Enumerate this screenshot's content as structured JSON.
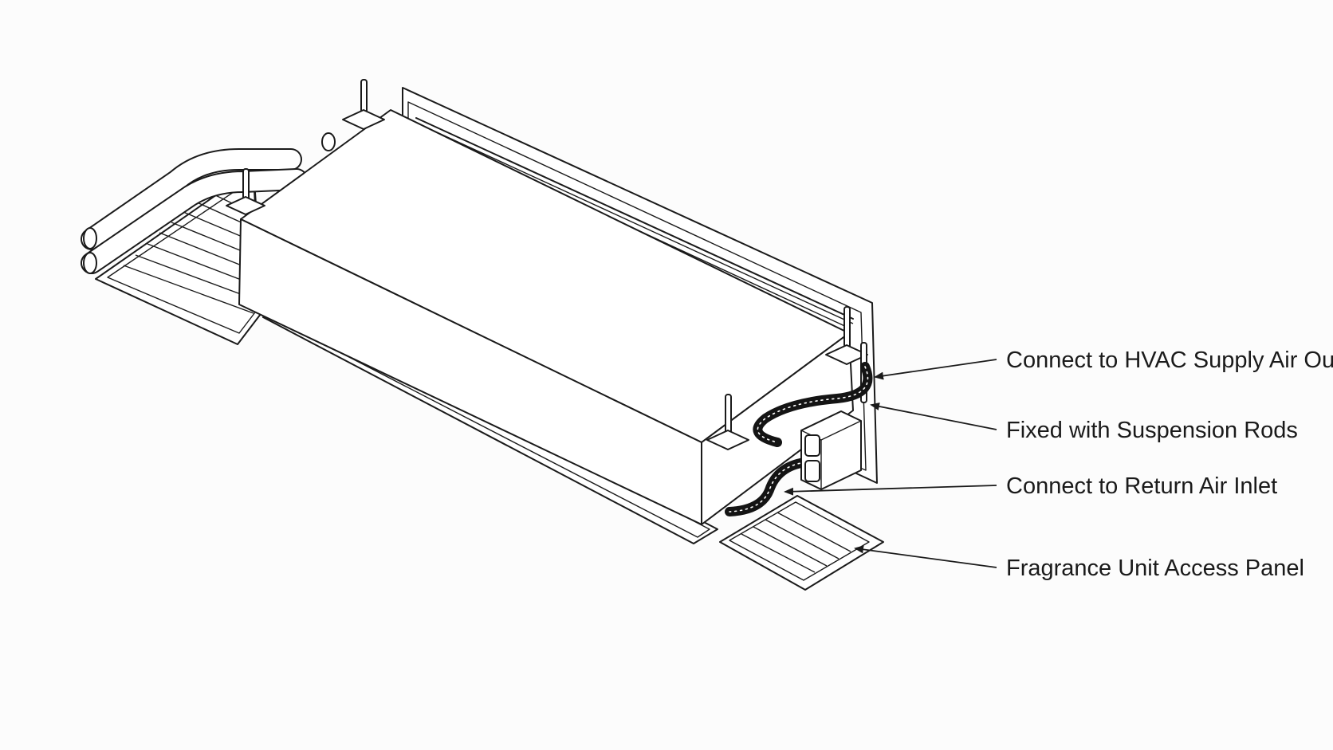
{
  "diagram": {
    "subject": "ceiling-mounted HVAC fan coil unit with fragrance unit",
    "colors": {
      "background": "#fcfcfc",
      "line": "#1a1a1a",
      "fill": "#ffffff"
    },
    "callouts": [
      {
        "id": "supply",
        "label": "Connect to HVAC Supply Air Outlet"
      },
      {
        "id": "rods",
        "label": "Fixed with Suspension Rods"
      },
      {
        "id": "return",
        "label": "Connect to Return Air Inlet"
      },
      {
        "id": "panel",
        "label": "Fragrance Unit Access Panel"
      }
    ]
  }
}
